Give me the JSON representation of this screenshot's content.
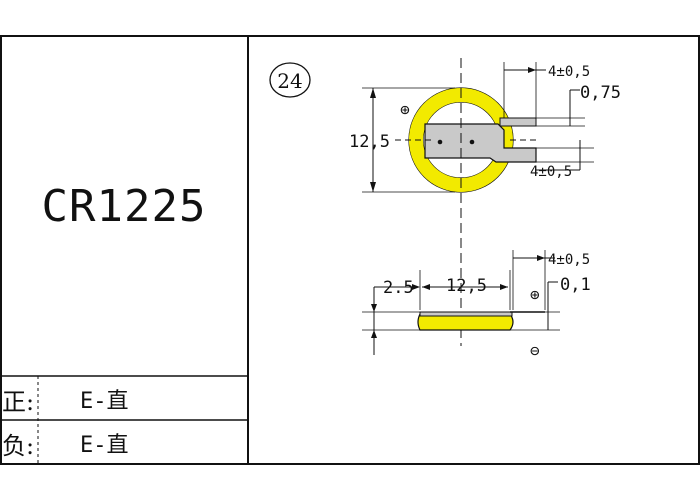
{
  "model": "CR1225",
  "drawing_number": "24",
  "table": {
    "positive_label": "正:",
    "positive_value": "E-直",
    "negative_label": "负:",
    "negative_value": "E-直"
  },
  "top_view": {
    "plus_symbol": "⊕",
    "diameter": "12,5",
    "tab_width": "4±0,5",
    "tab_thickness": "0,75",
    "tab_offset": "4±0,5"
  },
  "side_view": {
    "offset": "2.5",
    "diameter": "12,5",
    "tab_width": "4±0,5",
    "clearance": "0,1",
    "plus_symbol": "⊕",
    "minus_symbol": "⊖"
  },
  "colors": {
    "cell": "#f2ea00",
    "tab": "#c9c9c9",
    "line": "#111111"
  }
}
